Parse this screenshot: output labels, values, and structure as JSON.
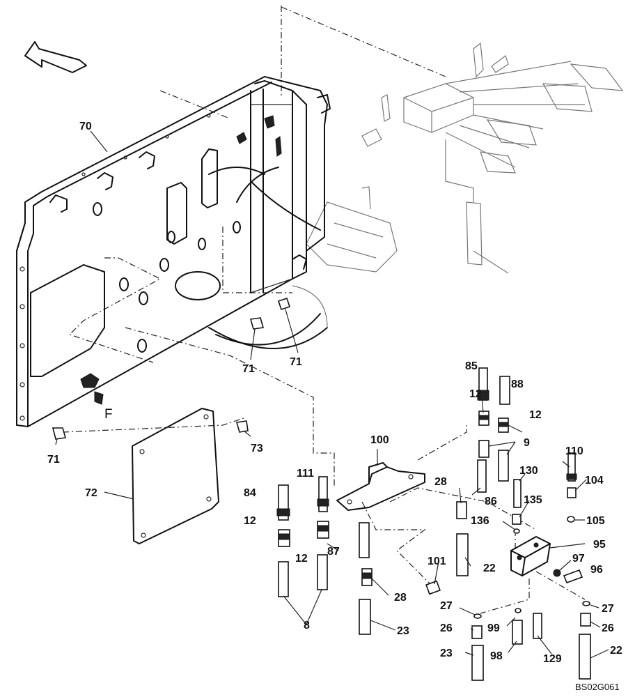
{
  "drawing_code": "BS02G061",
  "view_marker": "F",
  "callouts": [
    {
      "id": "c70",
      "text": "70"
    },
    {
      "id": "c71a",
      "text": "71"
    },
    {
      "id": "c71b",
      "text": "71"
    },
    {
      "id": "c71c",
      "text": "71"
    },
    {
      "id": "c73",
      "text": "73"
    },
    {
      "id": "c72",
      "text": "72"
    },
    {
      "id": "c85",
      "text": "85"
    },
    {
      "id": "c88",
      "text": "88"
    },
    {
      "id": "c12a",
      "text": "12"
    },
    {
      "id": "c12b",
      "text": "12"
    },
    {
      "id": "c9",
      "text": "9"
    },
    {
      "id": "c100",
      "text": "100"
    },
    {
      "id": "c110",
      "text": "110"
    },
    {
      "id": "c104",
      "text": "104"
    },
    {
      "id": "c105",
      "text": "105"
    },
    {
      "id": "c130",
      "text": "130"
    },
    {
      "id": "c135",
      "text": "135"
    },
    {
      "id": "c136",
      "text": "136"
    },
    {
      "id": "c28a",
      "text": "28"
    },
    {
      "id": "c86",
      "text": "86"
    },
    {
      "id": "c111",
      "text": "111"
    },
    {
      "id": "c84",
      "text": "84"
    },
    {
      "id": "c12c",
      "text": "12"
    },
    {
      "id": "c12d",
      "text": "12"
    },
    {
      "id": "c87",
      "text": "87"
    },
    {
      "id": "c95",
      "text": "95"
    },
    {
      "id": "c97",
      "text": "97"
    },
    {
      "id": "c96",
      "text": "96"
    },
    {
      "id": "c22a",
      "text": "22"
    },
    {
      "id": "c101",
      "text": "101"
    },
    {
      "id": "c28b",
      "text": "28"
    },
    {
      "id": "c27a",
      "text": "27"
    },
    {
      "id": "c27b",
      "text": "27"
    },
    {
      "id": "c8",
      "text": "8"
    },
    {
      "id": "c23a",
      "text": "23"
    },
    {
      "id": "c26a",
      "text": "26"
    },
    {
      "id": "c99",
      "text": "99"
    },
    {
      "id": "c26b",
      "text": "26"
    },
    {
      "id": "c23b",
      "text": "23"
    },
    {
      "id": "c98",
      "text": "98"
    },
    {
      "id": "c129",
      "text": "129"
    },
    {
      "id": "c22b",
      "text": "22"
    }
  ]
}
